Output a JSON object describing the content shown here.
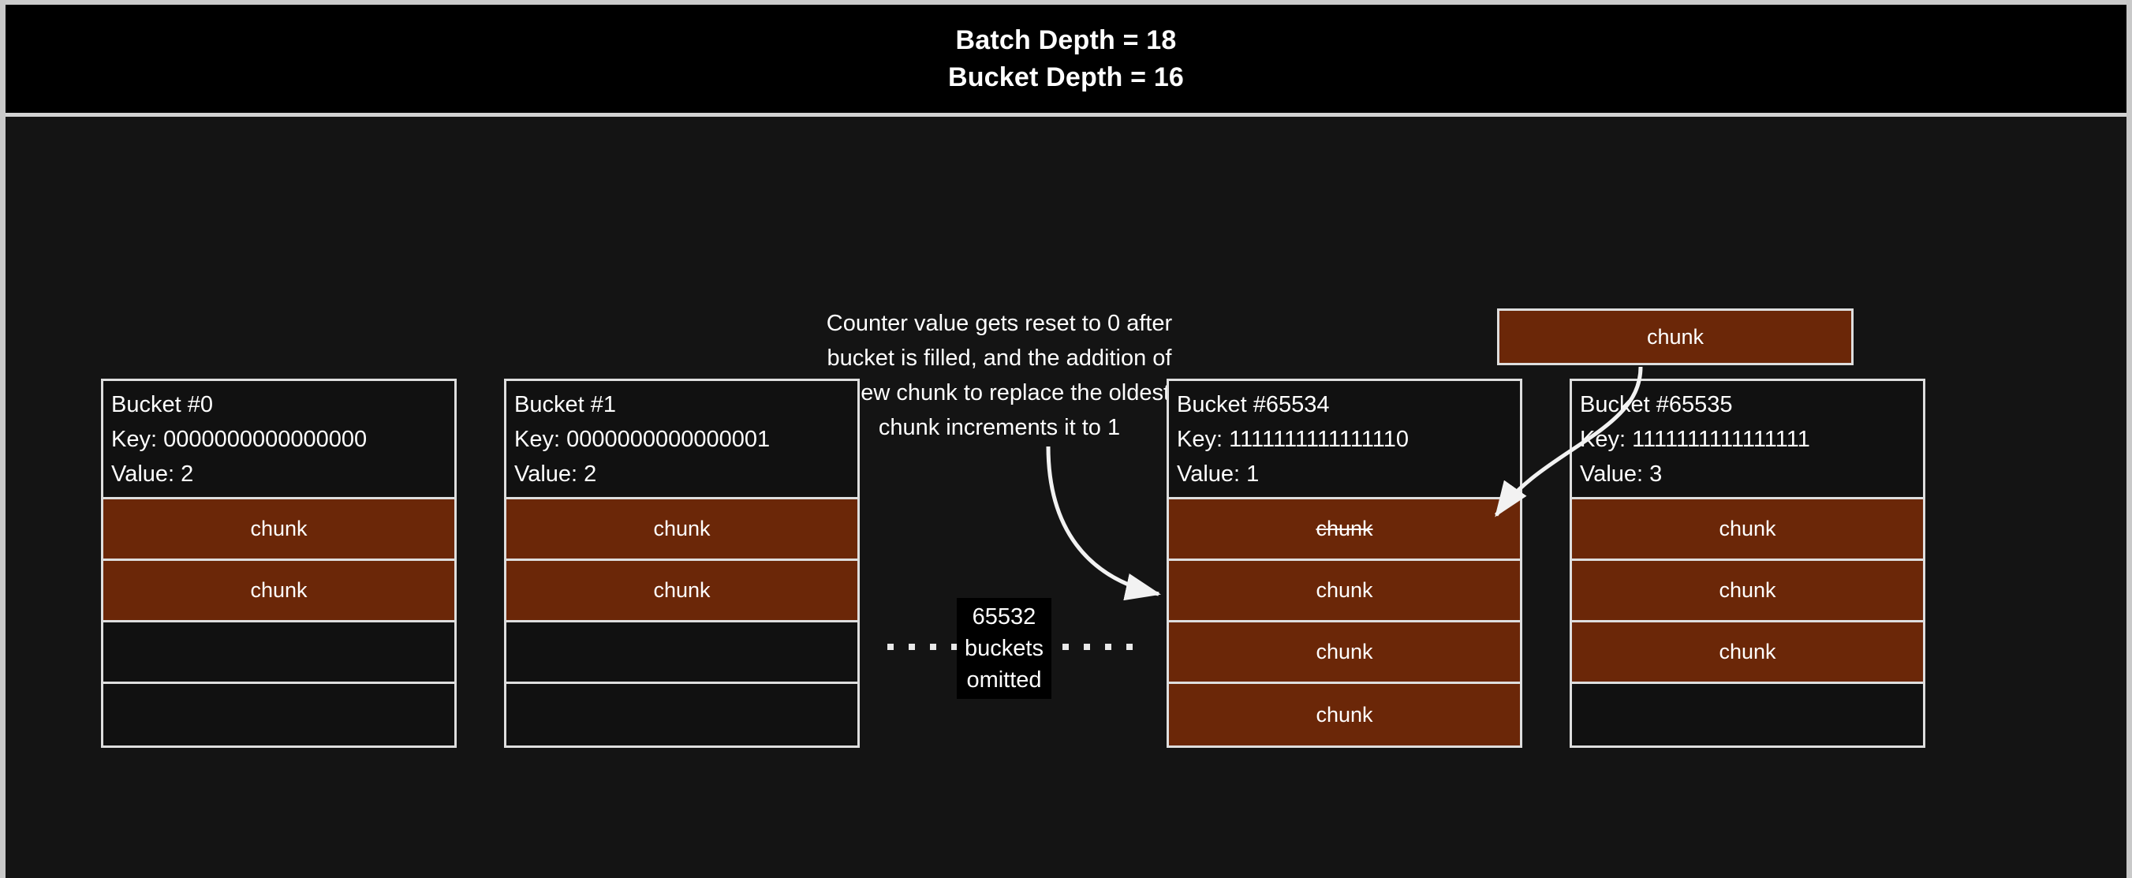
{
  "header": {
    "line1": "Batch Depth = 18",
    "line2": "Bucket Depth = 16"
  },
  "colors": {
    "chunk_fill": "#6b2708",
    "border": "#dedede",
    "background": "#141414",
    "header_background": "#000000",
    "text": "#ffffff"
  },
  "annotation": {
    "line1": "Counter value gets reset to 0 after",
    "line2": "bucket is filled, and the addition of",
    "line3": "a new chunk to replace the oldest",
    "line4": "chunk increments it to 1"
  },
  "floating_chunk": {
    "label": "chunk"
  },
  "omitted": {
    "line1": "65532",
    "line2": "buckets",
    "line3": "omitted"
  },
  "buckets": [
    {
      "title": "Bucket #0",
      "key_line": "Key: 0000000000000000",
      "value_line": "Value: 2",
      "slots": [
        {
          "label": "chunk",
          "filled": true,
          "struck": false
        },
        {
          "label": "chunk",
          "filled": true,
          "struck": false
        },
        {
          "label": "",
          "filled": false,
          "struck": false
        },
        {
          "label": "",
          "filled": false,
          "struck": false
        }
      ]
    },
    {
      "title": "Bucket #1",
      "key_line": "Key: 0000000000000001",
      "value_line": "Value: 2",
      "slots": [
        {
          "label": "chunk",
          "filled": true,
          "struck": false
        },
        {
          "label": "chunk",
          "filled": true,
          "struck": false
        },
        {
          "label": "",
          "filled": false,
          "struck": false
        },
        {
          "label": "",
          "filled": false,
          "struck": false
        }
      ]
    },
    {
      "title": "Bucket #65534",
      "key_line": "Key: 1111111111111110",
      "value_line": "Value: 1",
      "slots": [
        {
          "label": "chunk",
          "filled": true,
          "struck": true
        },
        {
          "label": "chunk",
          "filled": true,
          "struck": false
        },
        {
          "label": "chunk",
          "filled": true,
          "struck": false
        },
        {
          "label": "chunk",
          "filled": true,
          "struck": false
        }
      ]
    },
    {
      "title": "Bucket #65535",
      "key_line": "Key: 1111111111111111",
      "value_line": "Value: 3",
      "slots": [
        {
          "label": "chunk",
          "filled": true,
          "struck": false
        },
        {
          "label": "chunk",
          "filled": true,
          "struck": false
        },
        {
          "label": "chunk",
          "filled": true,
          "struck": false
        },
        {
          "label": "",
          "filled": false,
          "struck": false
        }
      ]
    }
  ]
}
